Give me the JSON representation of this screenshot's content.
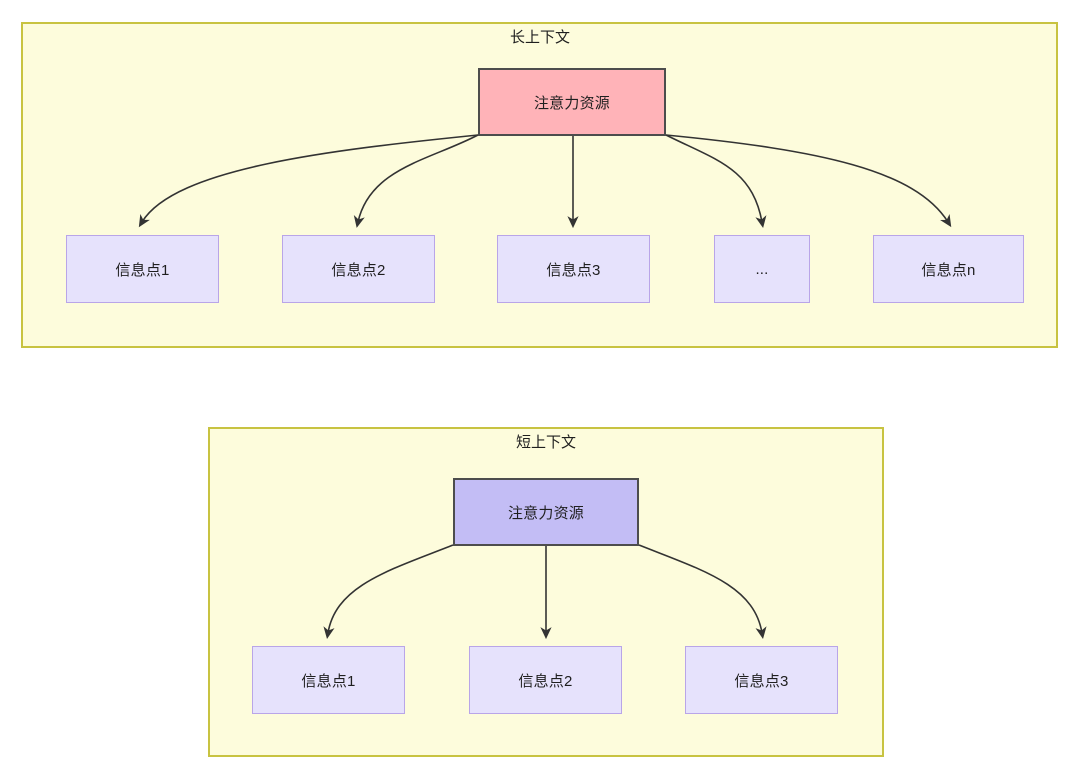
{
  "diagrams": [
    {
      "id": "long-context",
      "title": "长上下文",
      "panel_fill": "#FDFCDC",
      "panel_border": "#C8C341",
      "root": {
        "label": "注意力资源",
        "fill": "#FFB3B8",
        "border": "#4D4D4D"
      },
      "leaves": [
        {
          "label": "信息点1",
          "fill": "#E6E2FC",
          "border": "#B9A5E8"
        },
        {
          "label": "信息点2",
          "fill": "#E6E2FC",
          "border": "#B9A5E8"
        },
        {
          "label": "信息点3",
          "fill": "#E6E2FC",
          "border": "#B9A5E8"
        },
        {
          "label": "...",
          "fill": "#E6E2FC",
          "border": "#B9A5E8"
        },
        {
          "label": "信息点n",
          "fill": "#E6E2FC",
          "border": "#B9A5E8"
        }
      ]
    },
    {
      "id": "short-context",
      "title": "短上下文",
      "panel_fill": "#FDFCDC",
      "panel_border": "#C8C341",
      "root": {
        "label": "注意力资源",
        "fill": "#C3BDF5",
        "border": "#4D4D4D"
      },
      "leaves": [
        {
          "label": "信息点1",
          "fill": "#E6E2FC",
          "border": "#B9A5E8"
        },
        {
          "label": "信息点2",
          "fill": "#E6E2FC",
          "border": "#B9A5E8"
        },
        {
          "label": "信息点3",
          "fill": "#E6E2FC",
          "border": "#B9A5E8"
        }
      ]
    }
  ],
  "edge_color": "#333333",
  "background": "#FFFFFF"
}
